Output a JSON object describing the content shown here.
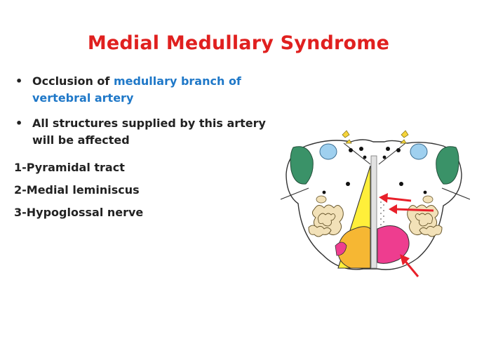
{
  "slide": {
    "title": "Medial Medullary Syndrome",
    "bullets": [
      {
        "prefix": "Occlusion of ",
        "highlight": "medullary branch of vertebral artery"
      },
      {
        "text": "All structures supplied by this artery will be affected"
      }
    ],
    "numbered": [
      "1-Pyramidal tract",
      "2-Medial leminiscus",
      "3-Hypoglossal nerve"
    ]
  },
  "colors": {
    "title": "#e0201f",
    "highlight": "#1f78c8",
    "body_text": "#222222",
    "arrow": "#e8202a",
    "pyramid_yellow": "#ffef3a",
    "pyramid_orange": "#f6b733",
    "lemniscus_pink": "#ee3d8f",
    "nucleus_green": "#3a9268",
    "nucleus_blue": "#9fd0ef",
    "olive_tan": "#f2e1b8"
  }
}
